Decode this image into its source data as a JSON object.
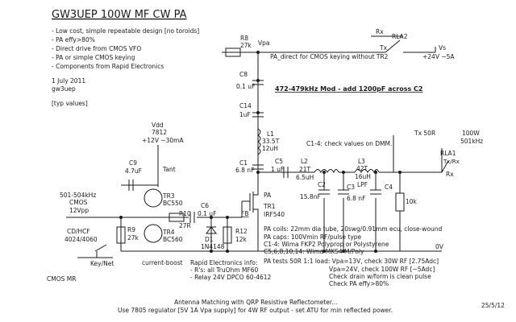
{
  "title": "GW3UEP  100W MF CW PA",
  "features": [
    "- Low cost, simple repeatable design [no toroids]",
    "- PA effy>80%",
    "- Direct drive from CMOS VFO",
    "- PA or simple CMOS keying",
    "- Components from Rapid Electronics"
  ],
  "date": "1 July 2011",
  "callsign": "gw3uep",
  "typ_note": "[typ values]",
  "mod_note": "472-479kHz Mod - add 1200pF across C2",
  "dmm_note": "C1-4: check values on DMM.",
  "input": {
    "freq": "501-504kHz",
    "type": "CMOS",
    "level": "12Vpp",
    "chip": "CD/HCF",
    "chip2": "4024/4060"
  },
  "keying": {
    "key": "Key/Net",
    "cmos_mr": "CMOS MR",
    "boost": "current-boost"
  },
  "vdd": {
    "label": "Vdd",
    "reg": "7812",
    "supply": "+12V ~30mA"
  },
  "components": {
    "r8": "R8",
    "r8v": "27k",
    "vpa": "Vpa",
    "pa_direct": "PA_direct for CMOS keying without TR2",
    "c8": "C8",
    "c8v": "0.1 uF",
    "c14": "C14",
    "c14v": "1uF",
    "l1": "L1",
    "l1a": "33.5T",
    "l1b": "12uH",
    "c1": "C1",
    "c1v": "6.8 nF",
    "c5": "C5",
    "c5v": "1 uF",
    "l2": "L2",
    "l2a": "21T",
    "l2b": "6.5uH",
    "l3": "L3",
    "l3a": "42T",
    "l3b": "16uH",
    "lpf": "LPF",
    "c2v": "15.8nF",
    "c2": "C2",
    "c3": "C3",
    "c4": "C4",
    "c34v": "6.8 nF",
    "r13v": "10k",
    "c9": "C9",
    "c9v": "4.7uF",
    "tant": "Tant",
    "tr3": "TR3",
    "tr3t": "BC550",
    "tr4": "TR4",
    "tr4t": "BC560",
    "r10": "R10",
    "r10v": "27R",
    "c6": "C6",
    "c6v": "0.1 uF",
    "d1": "D1",
    "d1t": "1N4148",
    "fb": "FB",
    "r12": "R12",
    "r12v": "12k",
    "r9": "R9",
    "r9v": "27k",
    "pa": "PA",
    "tr1": "TR1",
    "tr1t": "IRF540",
    "rx": "Rx",
    "tx": "Tx",
    "rla2": "RLA2",
    "vs": "Vs",
    "vsv": "+24V ~5A",
    "tx50": "Tx 50R",
    "w100": "100W",
    "f501": "501kHz",
    "rla1": "RLA1",
    "txrx": "Tx/Rx",
    "rx2": "Rx",
    "zero": "0V"
  },
  "notes": [
    "PA coils: 22mm dia tube, 20swg/0.91mm ecu, close-wound",
    "PA caps: 100Vmin RF/pulse type",
    "C1-4: Wima FKP2 Polyprop or Polystyrene",
    "C5,6,8,10,14: Wima MKS4 M/Poly"
  ],
  "rapid": [
    "Rapid Electronics info:",
    "- R's: all TruOhm MF60",
    "- Relay 24V DPCO 60-4612"
  ],
  "tests": [
    "PA tests 50R 1:1 load: Vpa=13V, check 30W RF [2.75Adc]",
    "Vpa=24V, check 100W RF [~5Adc]",
    "Check drain w/form is clean pulse",
    "Check PA effy>80%"
  ],
  "footer1": "Antenna Matching with QRP Resistive Reflectometer...",
  "footer2": "Use 7805 regulator [5V 1A Vpa supply] for 4W RF output - set ATU for min reflected power.",
  "footer_date": "25/5/12"
}
